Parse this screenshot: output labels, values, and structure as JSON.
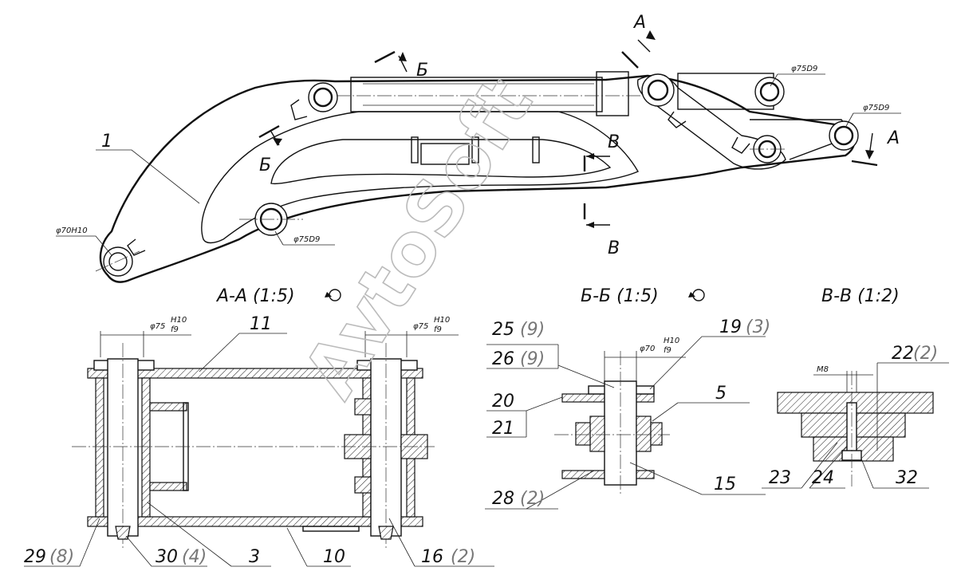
{
  "titles": {
    "section_aa": "А-А (1:5)",
    "section_bb": "Б-Б (1:5)",
    "section_vv": "В-В (1:2)"
  },
  "cut_letters": {
    "a_top": "А",
    "a_right": "А",
    "b_top": "Б",
    "b_left": "Б",
    "v_top": "В",
    "v_bottom": "В"
  },
  "dimensions": {
    "d70h10": "φ70H10",
    "d75d9_left": "φ75D9",
    "d75d9_top": "φ75D9",
    "d75d9_right": "φ75D9",
    "aa_left_base": "φ75",
    "aa_fit_num": "H10",
    "aa_fit_den": "f9",
    "aa_right_base": "φ75",
    "bb_base": "φ70",
    "bb_fit_num": "H10",
    "bb_fit_den": "f9",
    "m8": "M8"
  },
  "positions": {
    "p1": "1",
    "p3": "3",
    "p5": "5",
    "p10": "10",
    "p11": "11",
    "p15": "15",
    "p16": "16",
    "p16_qty": "(2)",
    "p19": "19",
    "p19_qty": "(3)",
    "p20": "20",
    "p21": "21",
    "p22": "22",
    "p22_qty": "(2)",
    "p23": "23",
    "p24": "24",
    "p25": "25",
    "p25_qty": "(9)",
    "p26": "26",
    "p26_qty": "(9)",
    "p28": "28",
    "p28_qty": "(2)",
    "p29": "29",
    "p29_qty": "(8)",
    "p30": "30",
    "p30_qty": "(4)",
    "p32": "32"
  },
  "watermark": "AvtoSoft"
}
